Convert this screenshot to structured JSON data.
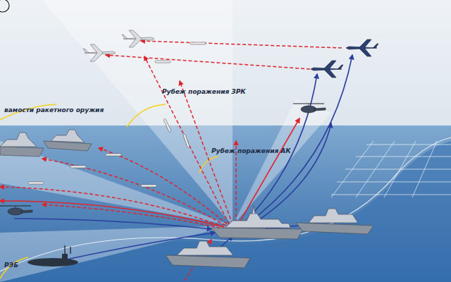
{
  "diagram": {
    "labels": [
      "вамости ракетного оружия",
      "Рубеж поражения ЗРК",
      "Рубеж поражения АК",
      "РЭБ"
    ]
  }
}
